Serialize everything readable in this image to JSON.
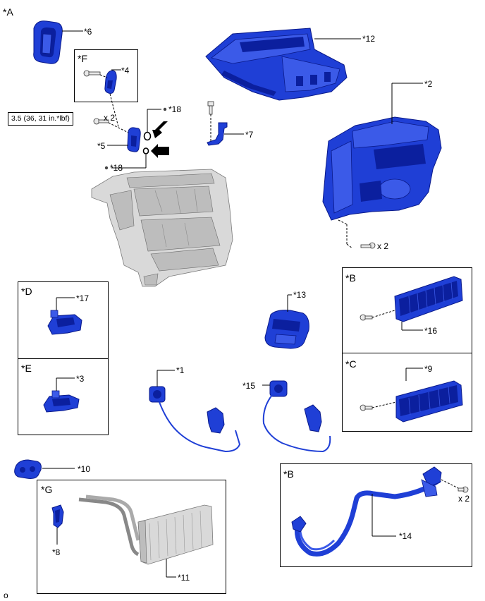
{
  "labels": {
    "A": "*A",
    "F": "*F",
    "B1": "*B",
    "C": "*C",
    "D": "*D",
    "E": "*E",
    "B2": "*B",
    "G": "*G",
    "p1": "*1",
    "p2": "*2",
    "p3": "*3",
    "p4": "*4",
    "p5": "*5",
    "p6": "*6",
    "p7": "*7",
    "p8": "*8",
    "p9": "*9",
    "p10": "*10",
    "p11": "*11",
    "p12": "*12",
    "p13": "*13",
    "p14": "*14",
    "p15": "*15",
    "p16": "*16",
    "p17": "*17",
    "p18a": "*18",
    "p18b": "*18",
    "x2a": "x 2",
    "x2b": "x 2",
    "x2c": "x 2",
    "torque": "3.5 (36, 31 in.*lbf)",
    "footer": "o"
  },
  "colors": {
    "part_blue": "#1f3fd6",
    "part_grey": "#d9d9d9"
  }
}
